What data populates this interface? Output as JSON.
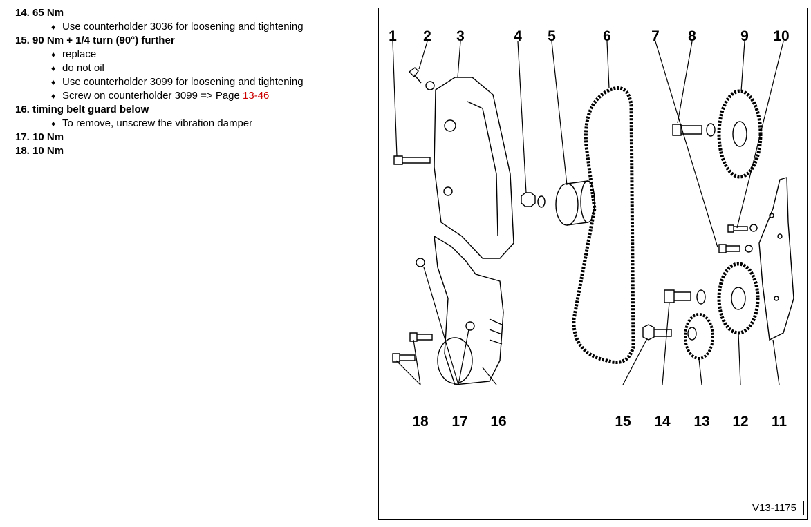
{
  "legend": [
    {
      "title": "14. 65 Nm",
      "bullets": [
        {
          "text": "Use counterholder 3036 for loosening and tightening"
        }
      ]
    },
    {
      "title": "15. 90 Nm + 1/4 turn (90°) further",
      "bullets": [
        {
          "text": "replace"
        },
        {
          "text": "do not oil"
        },
        {
          "text": "Use counterholder 3099 for loosening and tightening"
        },
        {
          "text": "Screw on counterholder 3099 => Page ",
          "link": "13-46"
        }
      ]
    },
    {
      "title": "16. timing belt guard below",
      "bullets": [
        {
          "text": "To remove, unscrew the vibration damper"
        }
      ]
    },
    {
      "title": "17. 10 Nm",
      "bullets": []
    },
    {
      "title": "18. 10 Nm",
      "bullets": []
    }
  ],
  "figure": {
    "id_label": "V13-1175",
    "top_labels": [
      "1",
      "2",
      "3",
      "4",
      "5",
      "6",
      "7",
      "8",
      "9",
      "10"
    ],
    "bottom_labels": [
      "18",
      "17",
      "16",
      "15",
      "14",
      "13",
      "12",
      "11"
    ]
  }
}
